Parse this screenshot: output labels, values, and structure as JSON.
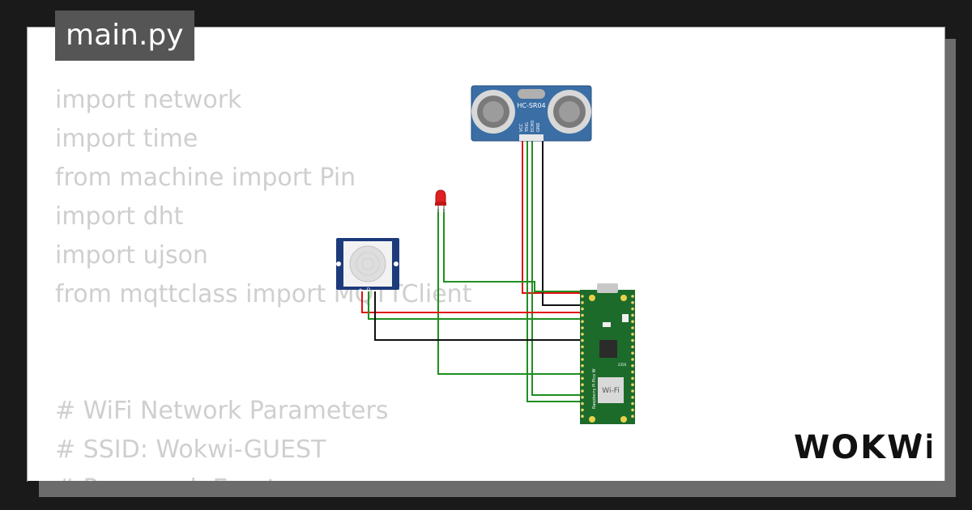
{
  "editor": {
    "filename": "main.py",
    "code_lines": [
      "import network",
      "import time",
      "from machine import Pin",
      "import dht",
      "import ujson",
      "from mqttclass import MQTTClient",
      "",
      "",
      "# WiFi Network Parameters",
      "# SSID: Wokwi-GUEST",
      "# Password: Empty"
    ]
  },
  "diagram": {
    "ultrasonic": {
      "model": "HC-SR04",
      "pins": [
        "VCC",
        "TRIG",
        "ECHO",
        "GND"
      ]
    },
    "pir": {
      "pins": [
        "+",
        "D",
        "-"
      ]
    },
    "board": {
      "wifi_label": "Wi-Fi",
      "side_label": "Raspberry Pi Pico W",
      "chip_label": "2350"
    },
    "colors": {
      "wire_red": "#e01010",
      "wire_green": "#1f8f1f",
      "wire_black": "#111111",
      "board": "#1d6b2a",
      "sensor": "#3a6ea5"
    }
  },
  "brand": {
    "name": "WOKWi"
  }
}
